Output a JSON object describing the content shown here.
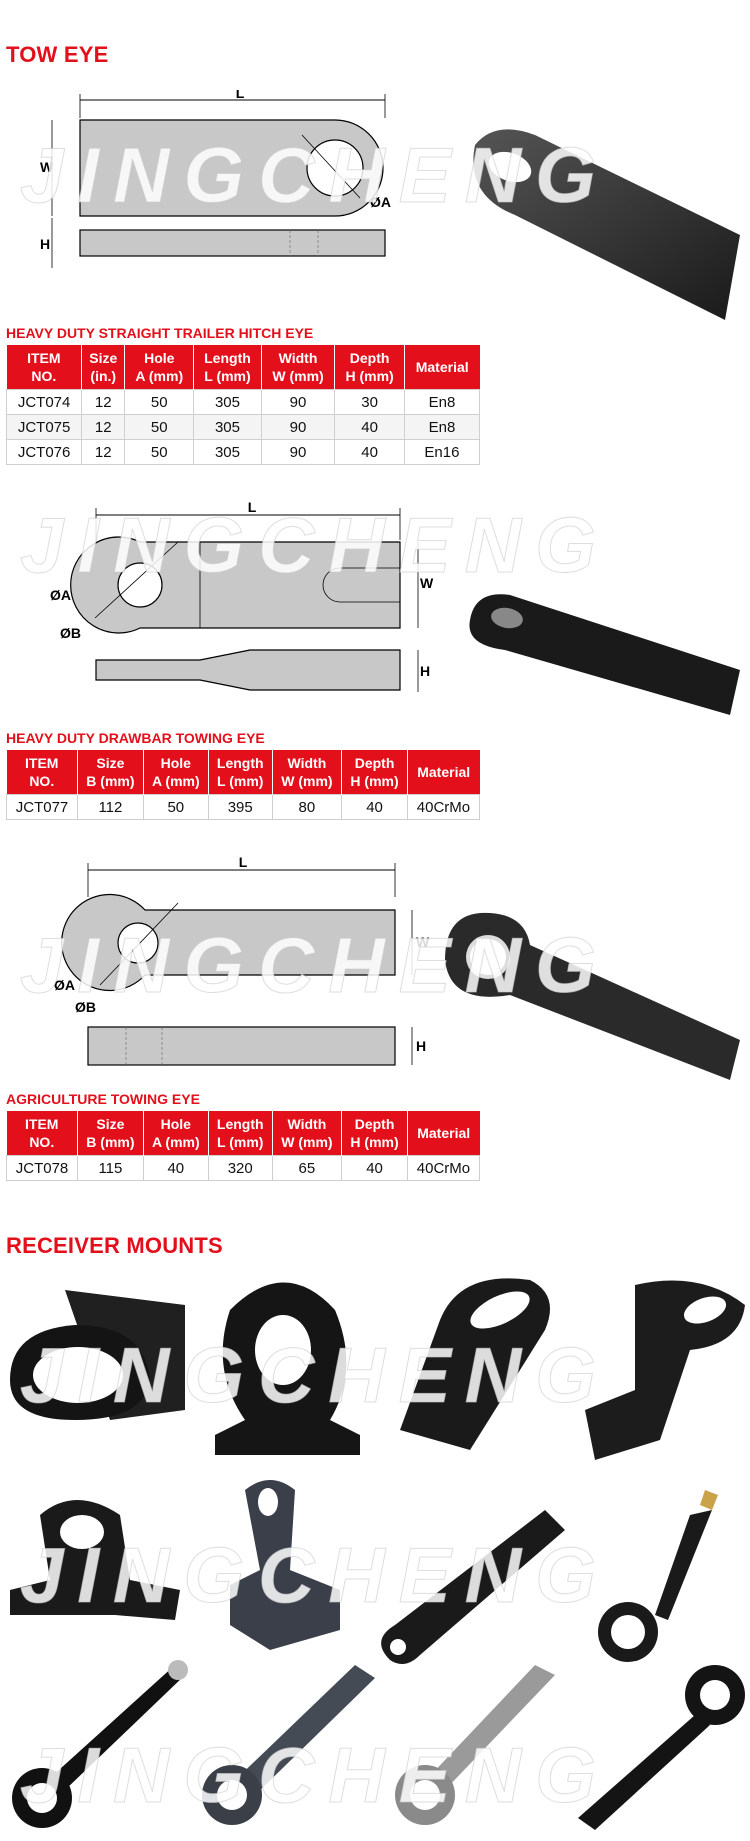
{
  "sections": {
    "tow_eye_title": "TOW EYE",
    "receiver_title": "RECEIVER MOUNTS"
  },
  "watermark": "JINGCHENG",
  "diagram_labels": {
    "L": "L",
    "W": "W",
    "H": "H",
    "A": "ØA",
    "B": "ØB"
  },
  "table1": {
    "title": "HEAVY DUTY STRAIGHT TRAILER HITCH EYE",
    "headers": [
      [
        "ITEM",
        "NO."
      ],
      [
        "Size",
        "(in.)"
      ],
      [
        "Hole",
        "A (mm)"
      ],
      [
        "Length",
        "L (mm)"
      ],
      [
        "Width",
        "W (mm)"
      ],
      [
        "Depth",
        "H (mm)"
      ],
      [
        "Material",
        ""
      ]
    ],
    "rows": [
      [
        "JCT074",
        "12",
        "50",
        "305",
        "90",
        "30",
        "En8"
      ],
      [
        "JCT075",
        "12",
        "50",
        "305",
        "90",
        "40",
        "En8"
      ],
      [
        "JCT076",
        "12",
        "50",
        "305",
        "90",
        "40",
        "En16"
      ]
    ]
  },
  "table2": {
    "title": "HEAVY DUTY DRAWBAR TOWING EYE",
    "headers": [
      [
        "ITEM",
        "NO."
      ],
      [
        "Size",
        "B (mm)"
      ],
      [
        "Hole",
        "A (mm)"
      ],
      [
        "Length",
        "L (mm)"
      ],
      [
        "Width",
        "W (mm)"
      ],
      [
        "Depth",
        "H (mm)"
      ],
      [
        "Material",
        ""
      ]
    ],
    "rows": [
      [
        "JCT077",
        "112",
        "50",
        "395",
        "80",
        "40",
        "40CrMo"
      ]
    ]
  },
  "table3": {
    "title": "AGRICULTURE TOWING EYE",
    "headers": [
      [
        "ITEM",
        "NO."
      ],
      [
        "Size",
        "B (mm)"
      ],
      [
        "Hole",
        "A (mm)"
      ],
      [
        "Length",
        "L (mm)"
      ],
      [
        "Width",
        "W (mm)"
      ],
      [
        "Depth",
        "H (mm)"
      ],
      [
        "Material",
        ""
      ]
    ],
    "rows": [
      [
        "JCT078",
        "115",
        "40",
        "320",
        "65",
        "40",
        "40CrMo"
      ]
    ]
  },
  "colors": {
    "accent_red": "#e3101c",
    "diagram_fill": "#c8c8c8",
    "forged_black": "#1a1a1a"
  }
}
